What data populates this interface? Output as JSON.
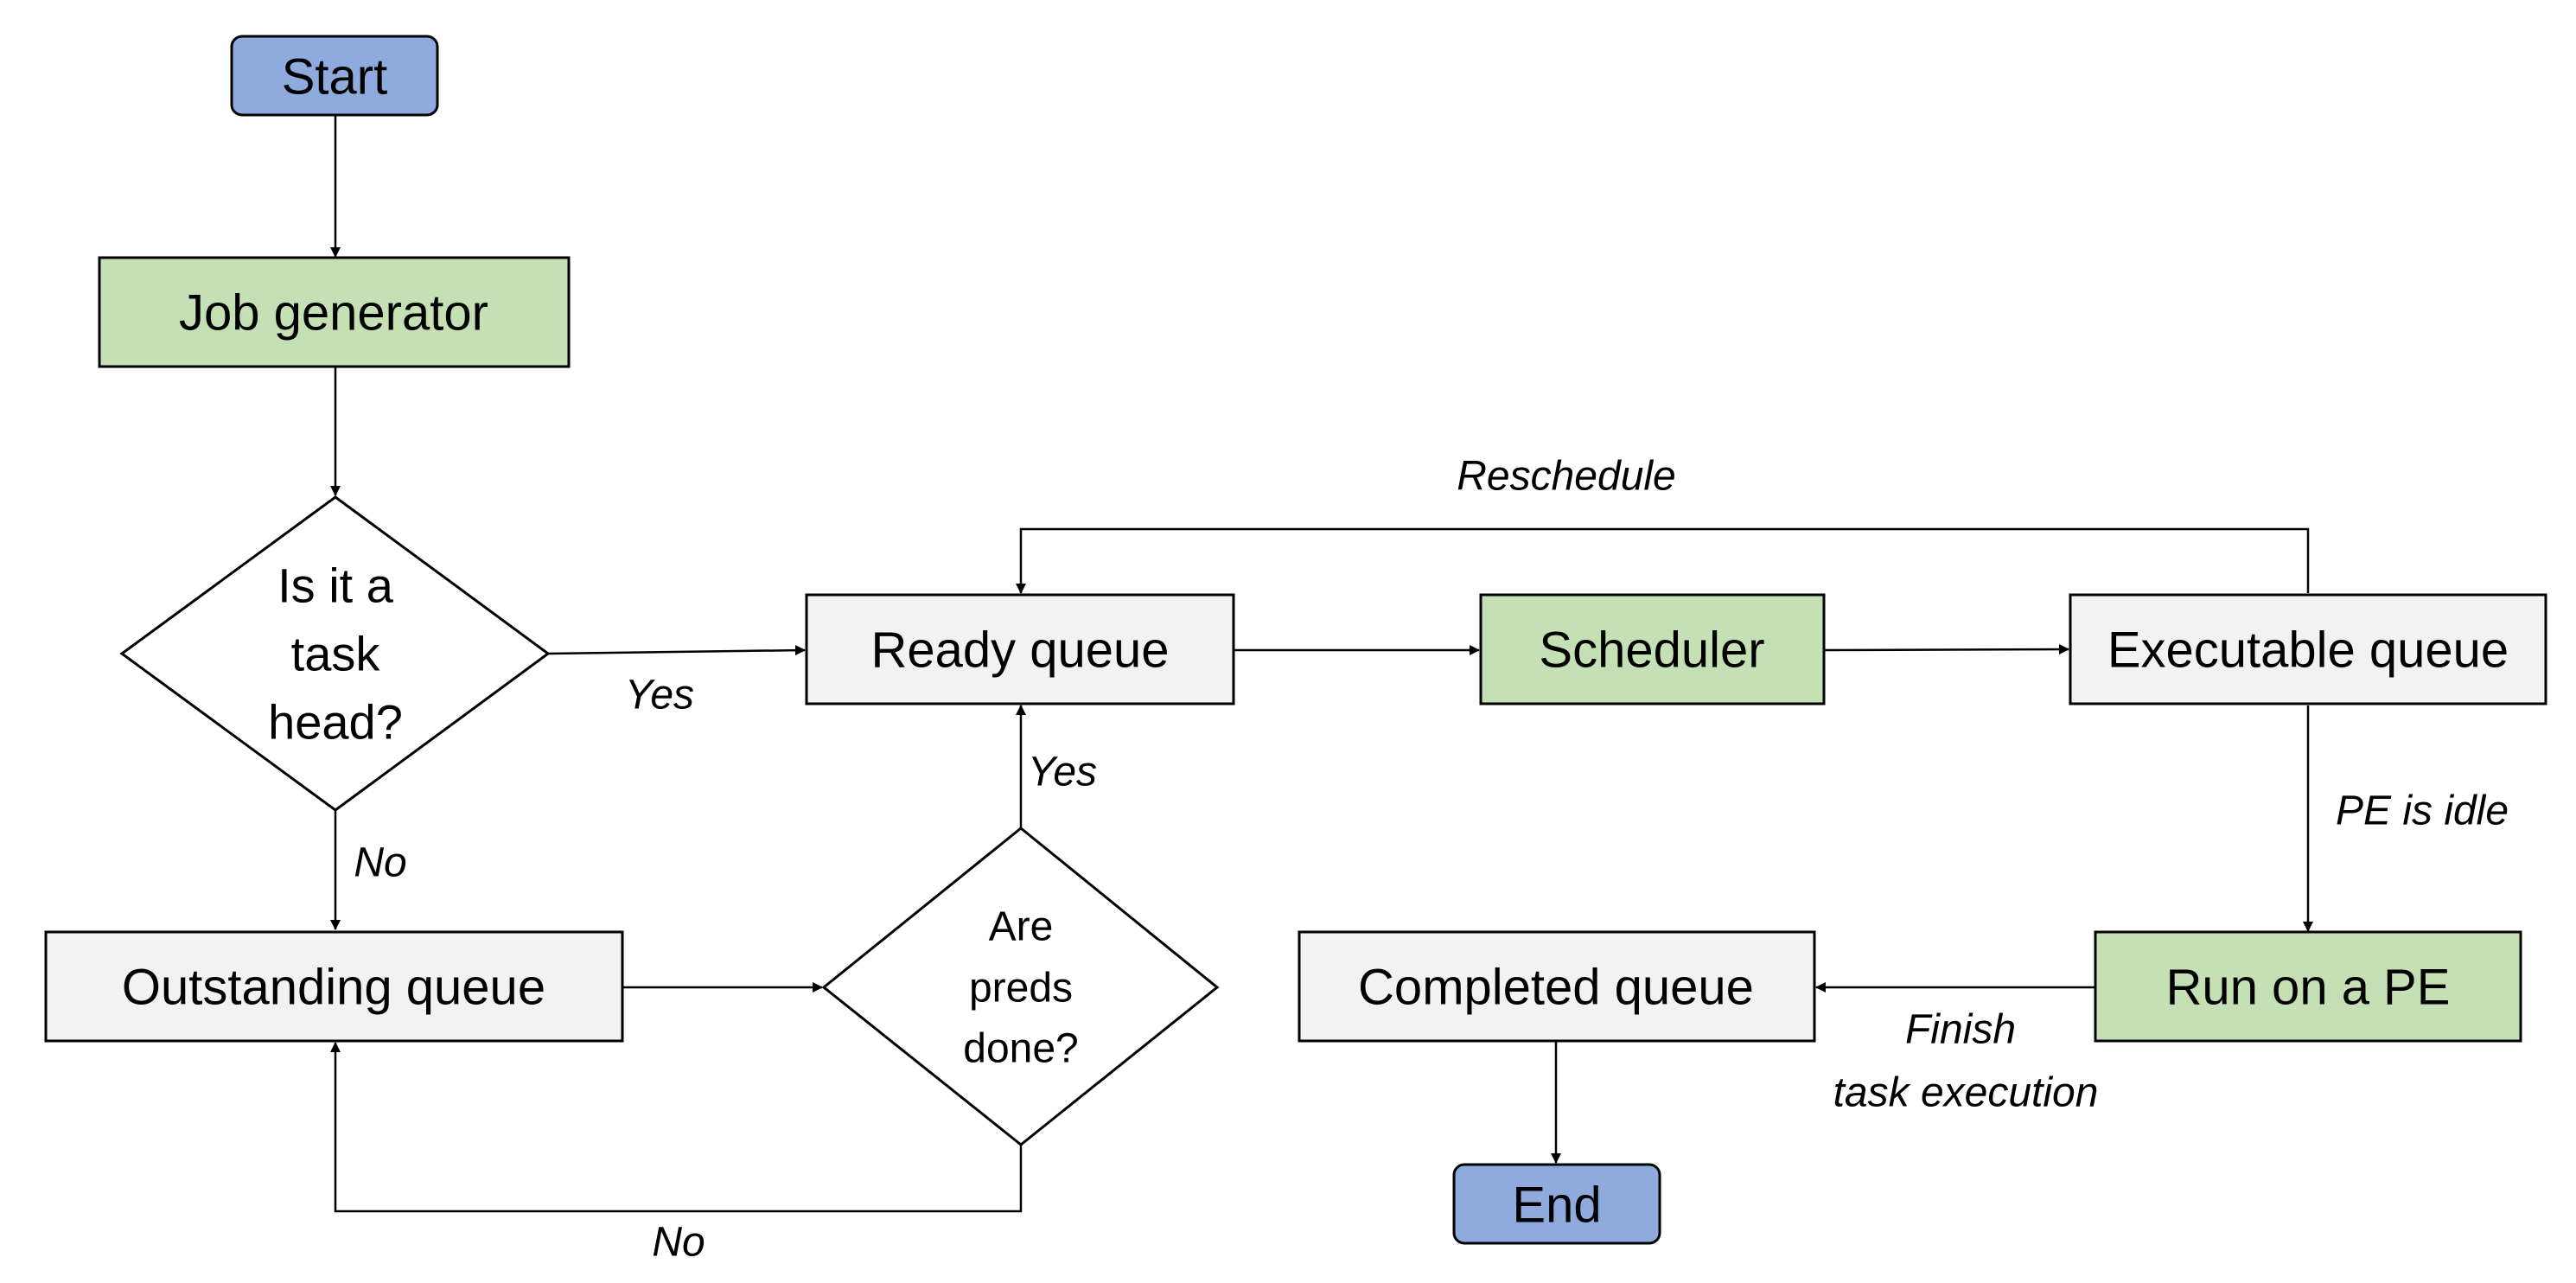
{
  "colors": {
    "terminal": "#8faadc",
    "process": "#c5e0b4",
    "queue": "#f2f2f2",
    "decision": "#ffffff",
    "line": "#000000"
  },
  "nodes": {
    "start": "Start",
    "job_generator": "Job generator",
    "task_head_decision": [
      "Is it a",
      "task",
      "head?"
    ],
    "ready_queue": "Ready queue",
    "scheduler": "Scheduler",
    "executable_queue": "Executable queue",
    "outstanding_queue": "Outstanding queue",
    "preds_decision": [
      "Are",
      "preds",
      "done?"
    ],
    "completed_queue": "Completed queue",
    "run_on_pe": "Run on a PE",
    "end": "End"
  },
  "edge_labels": {
    "reschedule": "Reschedule",
    "task_head_yes": "Yes",
    "task_head_no": "No",
    "preds_yes": "Yes",
    "preds_no": "No",
    "pe_idle": "PE is idle",
    "finish": [
      "Finish",
      "task execution"
    ]
  }
}
